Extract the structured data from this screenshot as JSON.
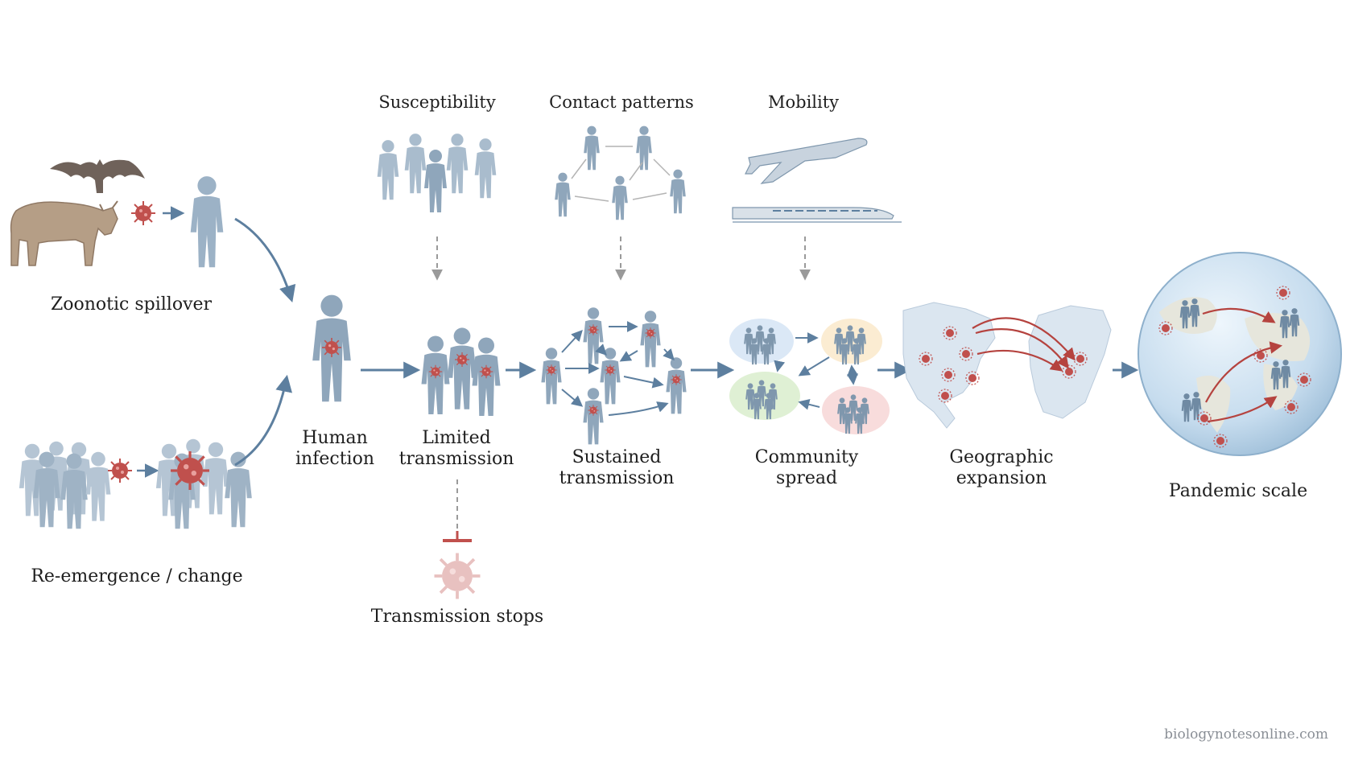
{
  "factors": {
    "susceptibility": "Susceptibility",
    "contact_patterns": "Contact patterns",
    "mobility": "Mobility"
  },
  "sources": {
    "zoonotic": "Zoonotic spillover",
    "reemergence": "Re-emergence / change"
  },
  "stages": {
    "human_infection": [
      "Human",
      "infection"
    ],
    "limited_transmission": [
      "Limited",
      "transmission"
    ],
    "sustained_transmission": [
      "Sustained",
      "transmission"
    ],
    "community_spread": [
      "Community",
      "spread"
    ],
    "geographic_expansion": [
      "Geographic",
      "expansion"
    ],
    "pandemic_scale": "Pandemic scale"
  },
  "dead_end": "Transmission stops",
  "watermark": "biologynotesonline.com",
  "colors": {
    "person": "#7f97ad",
    "person_faint": "#b4c3d2",
    "flow_arrow": "#5d7f9f",
    "virus": "#c0504d",
    "factor_arrow": "#9a9a9a",
    "stop_bar": "#c0504d",
    "ocean": "#c9dff0",
    "land": "#e6e6dc"
  }
}
